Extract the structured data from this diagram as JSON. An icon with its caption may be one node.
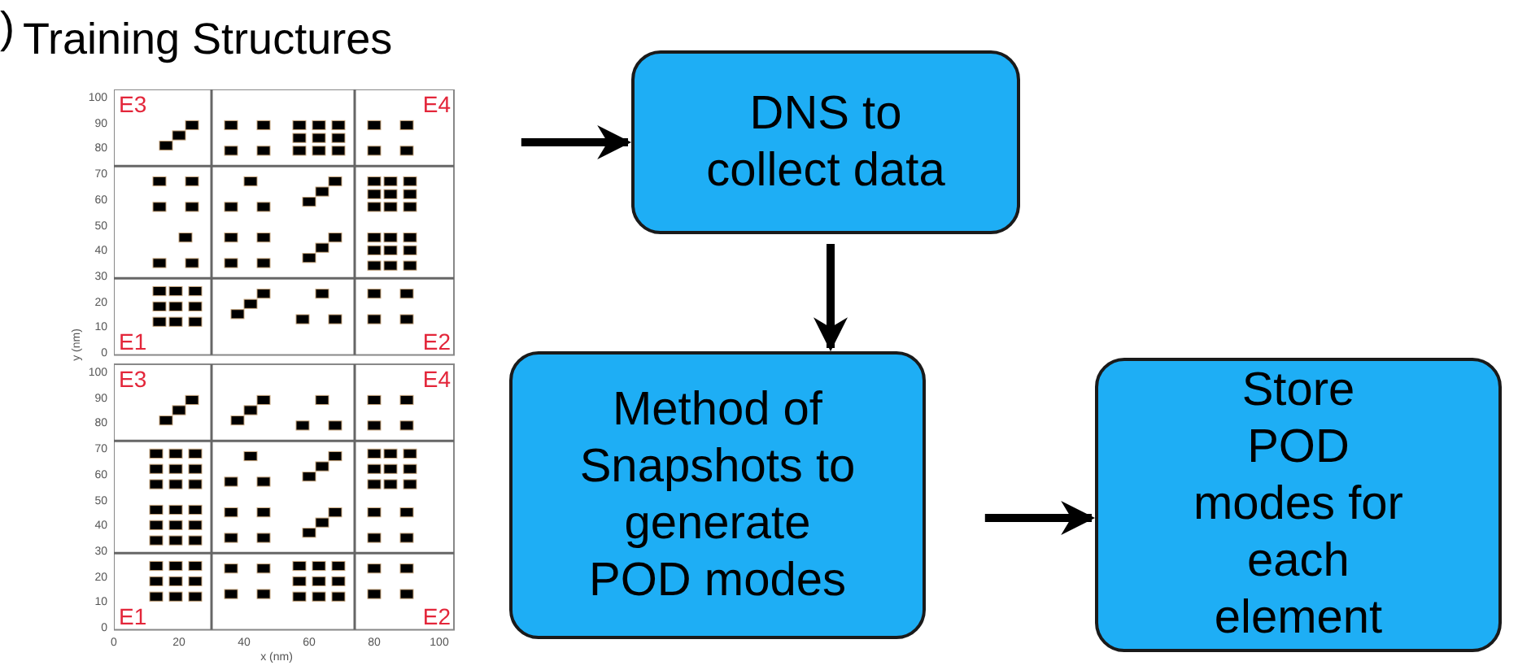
{
  "diagram": {
    "title": "Training Structures",
    "nodes": [
      {
        "text": [],
        "shape": "picture"
      },
      {
        "text": [
          "DNS to collect data"
        ]
      },
      {
        "text": [
          "Method of Snapshots to generate POD modes"
        ]
      },
      {
        "text": [
          "Store POD modes for each element"
        ]
      }
    ],
    "edges": [
      {
        "from": 0,
        "to": 1,
        "arrow": "to"
      },
      {
        "from": 1,
        "to": 2,
        "arrow": "to"
      },
      {
        "from": 2,
        "to": 3,
        "arrow": "to"
      }
    ],
    "labels": [
      ")",
      "100",
      "90",
      "80",
      "70",
      "60",
      "50",
      "40",
      "30",
      "20",
      "10",
      "0",
      "E3",
      "E4",
      "E1",
      "E2",
      "y (nm)",
      "100",
      "90",
      "80",
      "70",
      "60",
      "50",
      "40",
      "30",
      "20",
      "10",
      "0",
      "E3",
      "E4",
      "E1",
      "E2",
      "0",
      "20",
      "40",
      "60",
      "80",
      "100",
      "x (nm)"
    ]
  }
}
